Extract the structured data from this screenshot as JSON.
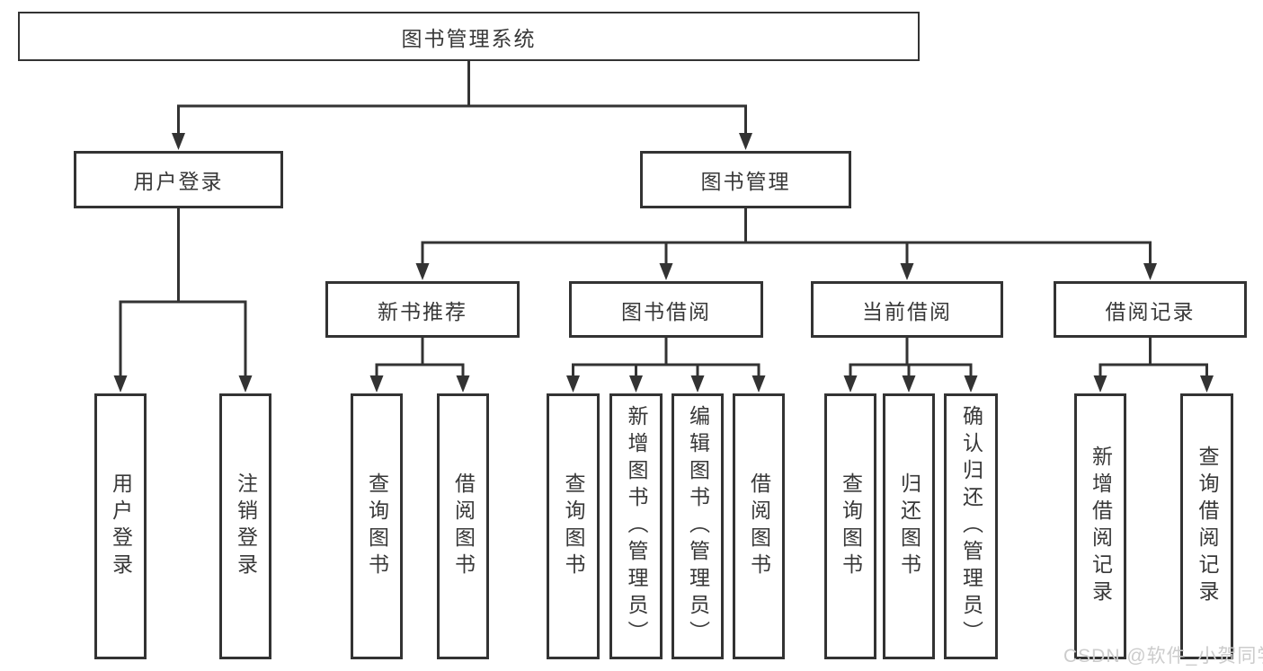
{
  "diagram": {
    "type": "hierarchy-tree",
    "watermark": "CSDN @软件_小贺同学",
    "colors": {
      "line": "#333333",
      "box_fill": "#ffffff",
      "text": "#383838",
      "watermark": "#cccccc",
      "background": "#ffffff"
    },
    "root": {
      "label": "图书管理系统",
      "children": [
        {
          "label": "用户登录",
          "children": [
            {
              "label": "用户登录"
            },
            {
              "label": "注销登录"
            }
          ]
        },
        {
          "label": "图书管理",
          "children": [
            {
              "label": "新书推荐",
              "children": [
                {
                  "label": "查询图书"
                },
                {
                  "label": "借阅图书"
                }
              ]
            },
            {
              "label": "图书借阅",
              "children": [
                {
                  "label": "查询图书"
                },
                {
                  "label": "新增图书（管理员）"
                },
                {
                  "label": "编辑图书（管理员）"
                },
                {
                  "label": "借阅图书"
                }
              ]
            },
            {
              "label": "当前借阅",
              "children": [
                {
                  "label": "查询图书"
                },
                {
                  "label": "归还图书"
                },
                {
                  "label": "确认归还（管理员）"
                }
              ]
            },
            {
              "label": "借阅记录",
              "children": [
                {
                  "label": "新增借阅记录"
                },
                {
                  "label": "查询借阅记录"
                }
              ]
            }
          ]
        }
      ]
    }
  }
}
